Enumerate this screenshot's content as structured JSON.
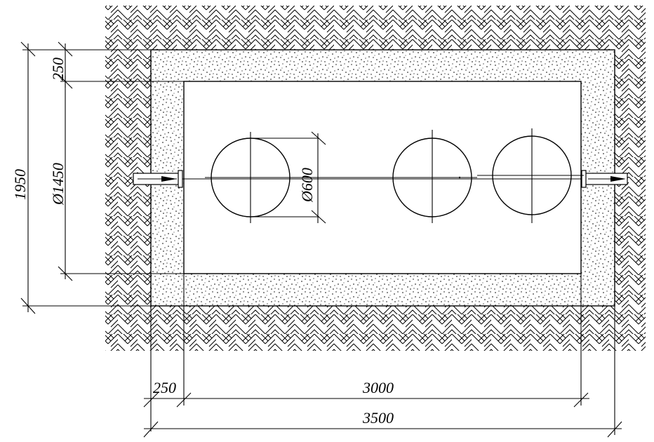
{
  "drawing": {
    "dimensions": {
      "wall_top": "250",
      "height_total": "1950",
      "inner_diameter": "Ø1450",
      "manhole_diameter": "Ø600",
      "wall_bottom": "250",
      "inner_length": "3000",
      "total_length": "3500"
    }
  }
}
